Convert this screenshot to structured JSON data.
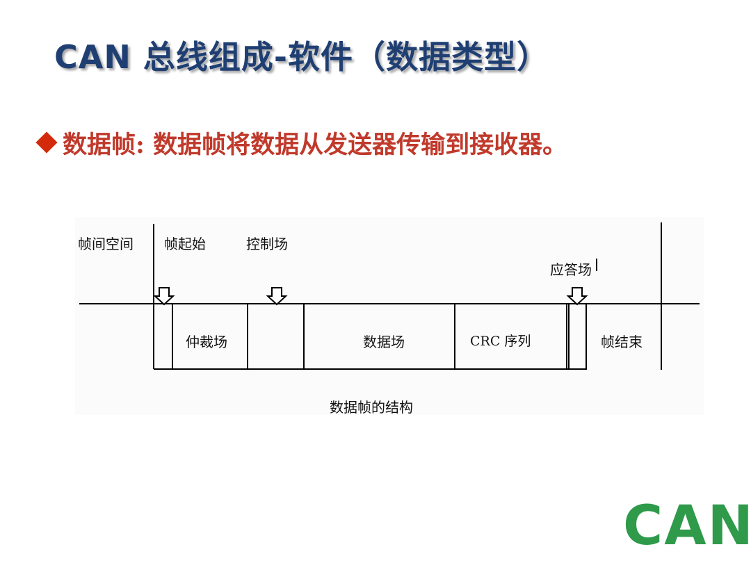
{
  "slide": {
    "title": "CAN 总线组成-软件（数据类型）",
    "bullet": {
      "term": "数据帧",
      "separator": ":",
      "description": "数据帧将数据从发送器传输到接收器。"
    }
  },
  "diagram": {
    "labels": {
      "interframe_space": "帧间空间",
      "start_of_frame": "帧起始",
      "control_field": "控制场",
      "ack_field": "应答场",
      "arbitration_field": "仲裁场",
      "data_field": "数据场",
      "crc_sequence": "CRC 序列",
      "end_of_frame": "帧结束"
    },
    "caption": "数据帧的结构"
  },
  "logo": {
    "text": "CAN",
    "color": "#2e9a4a"
  },
  "colors": {
    "title": "#1f3f73",
    "bullet": "#c0392b",
    "diamond": "#d42a0c"
  }
}
